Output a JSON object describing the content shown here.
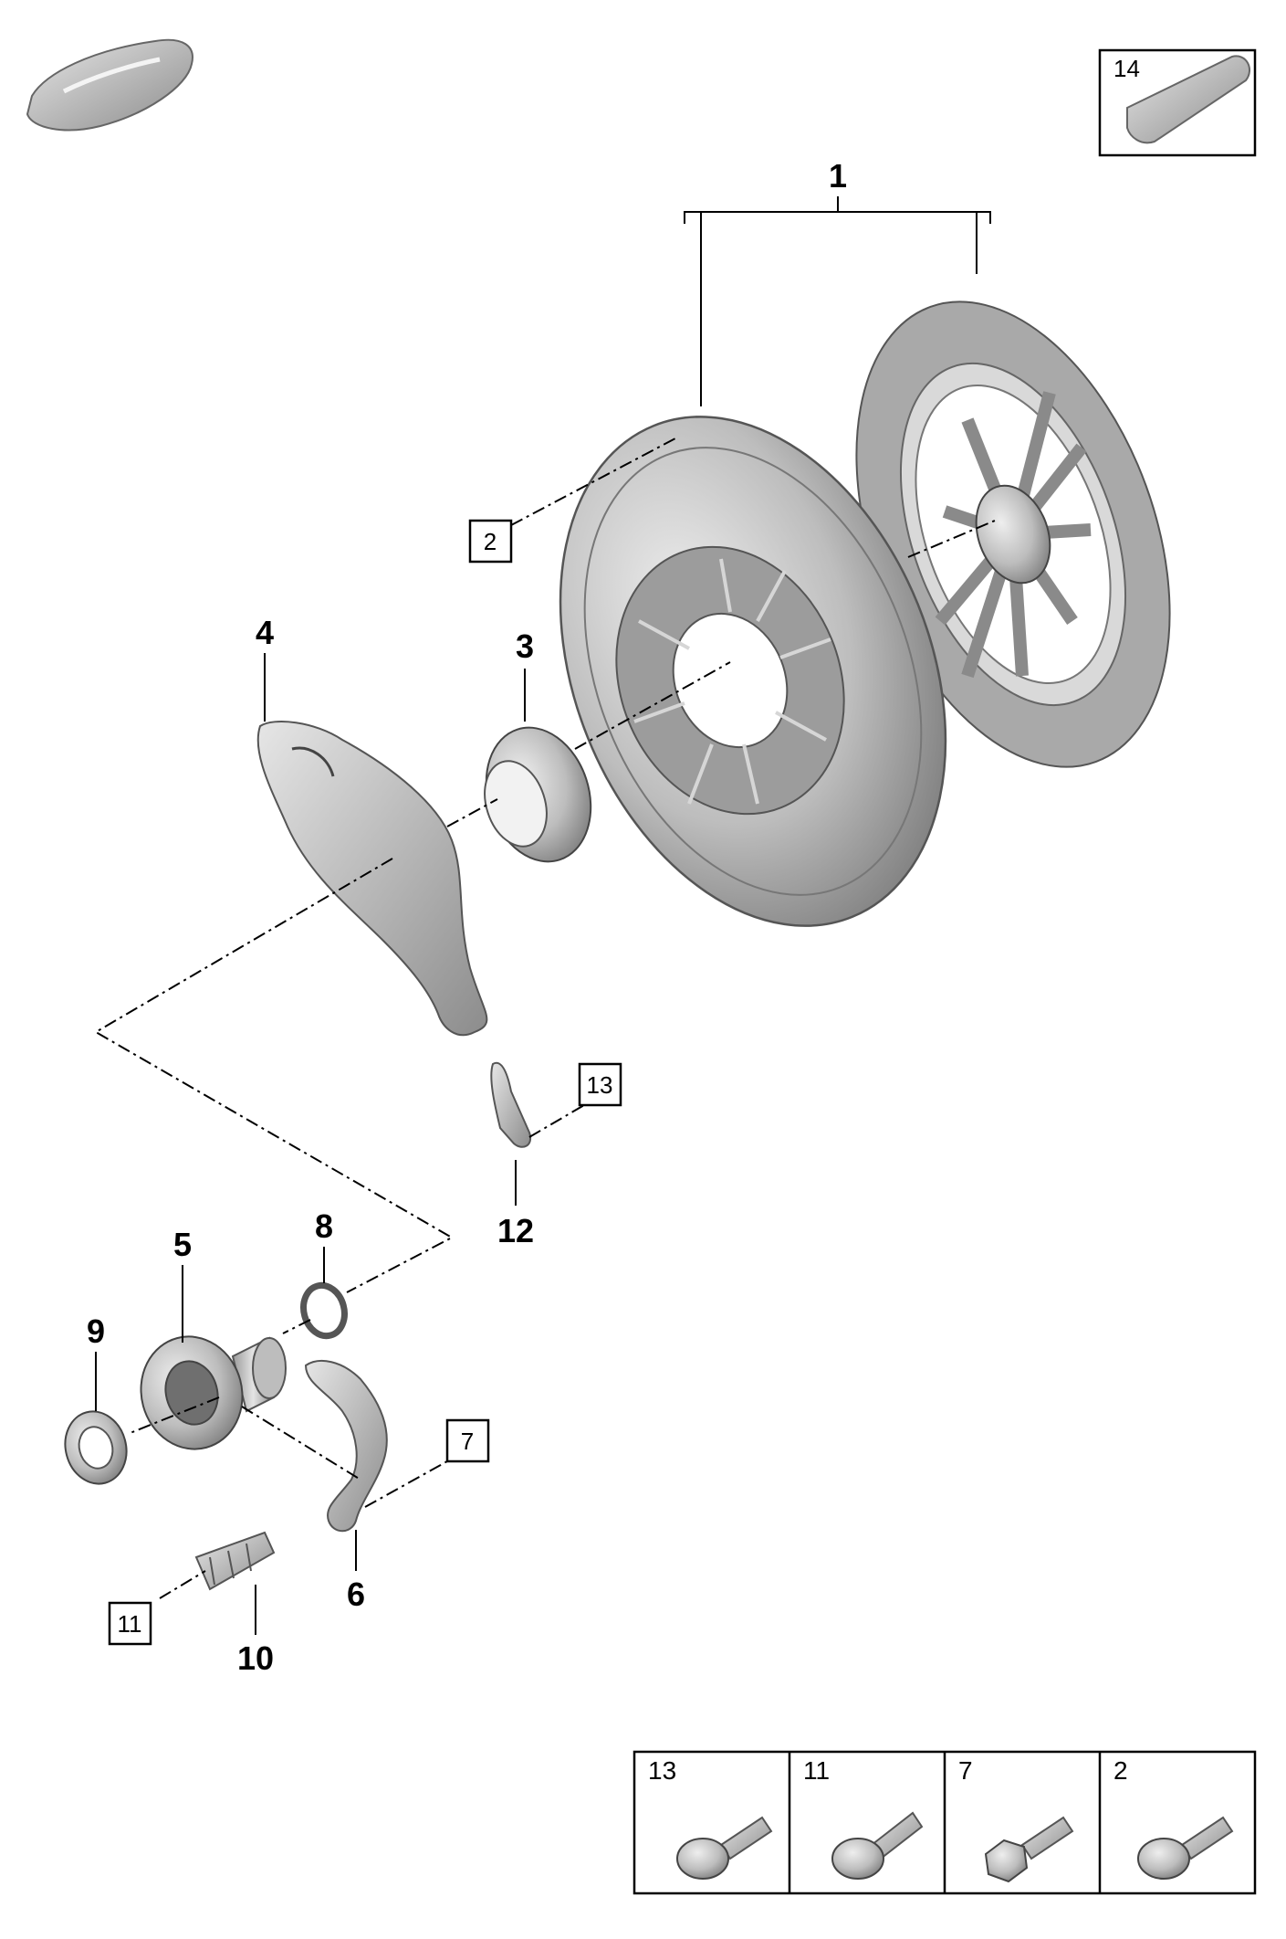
{
  "callouts": {
    "c1": "1",
    "c3": "3",
    "c4": "4",
    "c5": "5",
    "c6": "6",
    "c8": "8",
    "c9": "9",
    "c10": "10",
    "c12": "12"
  },
  "boxed_refs": {
    "b2": "2",
    "b7": "7",
    "b11": "11",
    "b13": "13",
    "b14": "14"
  },
  "fastener_table": [
    "13",
    "11",
    "7",
    "2"
  ],
  "colors": {
    "line": "#000000",
    "part_fill": "#c8c8c8",
    "part_shade": "#8a8a8a"
  }
}
